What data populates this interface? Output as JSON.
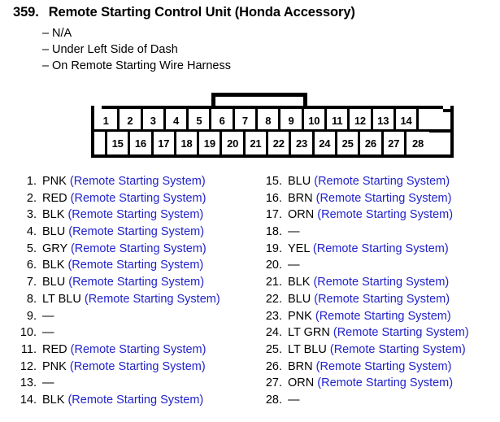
{
  "header": {
    "number": "359.",
    "title": "Remote Starting Control Unit (Honda Accessory)",
    "bullets": [
      {
        "dash": "–",
        "label": "N/A"
      },
      {
        "dash": "–",
        "label": "Under Left Side of Dash"
      },
      {
        "dash": "–",
        "label": "On Remote Starting Wire Harness"
      }
    ]
  },
  "connector": {
    "top_row": [
      "1",
      "2",
      "3",
      "4",
      "5",
      "6",
      "7",
      "8",
      "9",
      "10",
      "11",
      "12",
      "13",
      "14"
    ],
    "bottom_row": [
      "15",
      "16",
      "17",
      "18",
      "19",
      "20",
      "21",
      "22",
      "23",
      "24",
      "25",
      "26",
      "27",
      "28"
    ]
  },
  "colors": {
    "circuit_text": "#2222cc",
    "body_text": "#000000",
    "background": "#ffffff"
  },
  "pins_left": [
    {
      "num": "1.",
      "wire": "PNK",
      "circuit": "(Remote Starting System)"
    },
    {
      "num": "2.",
      "wire": "RED",
      "circuit": "(Remote Starting System)"
    },
    {
      "num": "3.",
      "wire": "BLK",
      "circuit": "(Remote Starting System)"
    },
    {
      "num": "4.",
      "wire": "BLU",
      "circuit": "(Remote Starting System)"
    },
    {
      "num": "5.",
      "wire": "GRY",
      "circuit": "(Remote Starting System)"
    },
    {
      "num": "6.",
      "wire": "BLK",
      "circuit": "(Remote Starting System)"
    },
    {
      "num": "7.",
      "wire": "BLU",
      "circuit": "(Remote Starting System)"
    },
    {
      "num": "8.",
      "wire": "LT BLU",
      "circuit": "(Remote Starting System)"
    },
    {
      "num": "9.",
      "wire": "—",
      "circuit": ""
    },
    {
      "num": "10.",
      "wire": "—",
      "circuit": ""
    },
    {
      "num": "11.",
      "wire": "RED",
      "circuit": "(Remote Starting System)"
    },
    {
      "num": "12.",
      "wire": "PNK",
      "circuit": "(Remote Starting System)"
    },
    {
      "num": "13.",
      "wire": "—",
      "circuit": ""
    },
    {
      "num": "14.",
      "wire": "BLK",
      "circuit": "(Remote Starting System)"
    }
  ],
  "pins_right": [
    {
      "num": "15.",
      "wire": "BLU",
      "circuit": "(Remote Starting System)"
    },
    {
      "num": "16.",
      "wire": "BRN",
      "circuit": "(Remote Starting System)"
    },
    {
      "num": "17.",
      "wire": "ORN",
      "circuit": "(Remote Starting System)"
    },
    {
      "num": "18.",
      "wire": "—",
      "circuit": ""
    },
    {
      "num": "19.",
      "wire": "YEL",
      "circuit": "(Remote Starting System)"
    },
    {
      "num": "20.",
      "wire": "—",
      "circuit": ""
    },
    {
      "num": "21.",
      "wire": "BLK",
      "circuit": "(Remote Starting System)"
    },
    {
      "num": "22.",
      "wire": "BLU",
      "circuit": "(Remote Starting System)"
    },
    {
      "num": "23.",
      "wire": "PNK",
      "circuit": "(Remote Starting System)"
    },
    {
      "num": "24.",
      "wire": "LT GRN",
      "circuit": "(Remote Starting System)"
    },
    {
      "num": "25.",
      "wire": "LT BLU",
      "circuit": "(Remote Starting System)"
    },
    {
      "num": "26.",
      "wire": "BRN",
      "circuit": "(Remote Starting System)"
    },
    {
      "num": "27.",
      "wire": "ORN",
      "circuit": "(Remote Starting System)"
    },
    {
      "num": "28.",
      "wire": "—",
      "circuit": ""
    }
  ]
}
